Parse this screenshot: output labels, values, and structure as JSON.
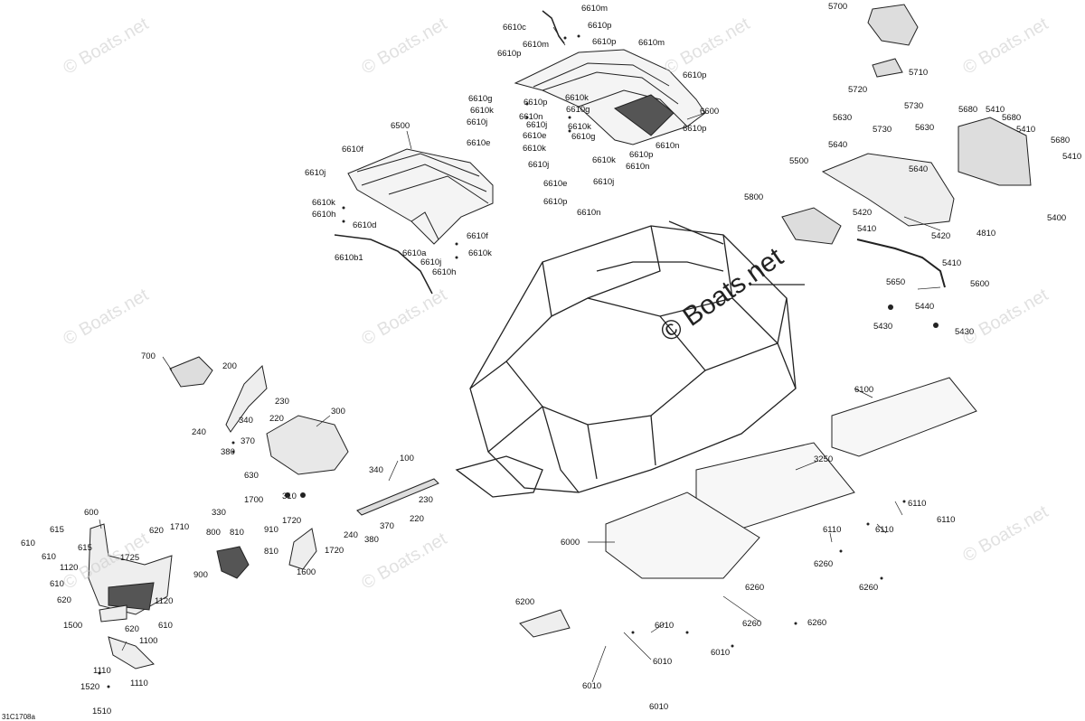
{
  "watermark": "© Boats.net",
  "figure_code": "31C1708a",
  "parts": {
    "p5700": "5700",
    "p5710": "5710",
    "p5720": "5720",
    "p5730": "5730",
    "p5630": "5630",
    "p5640": "5640",
    "p5680": "5680",
    "p5410": "5410",
    "p5400": "5400",
    "p5500": "5500",
    "p5800": "5800",
    "p5420": "5420",
    "p4810": "4810",
    "p5600": "5600",
    "p5650": "5650",
    "p5440": "5440",
    "p5430": "5430",
    "p6600": "6600",
    "p6610c": "6610c",
    "p6610m": "6610m",
    "p6610p": "6610p",
    "p6610g": "6610g",
    "p6610k": "6610k",
    "p6610j": "6610j",
    "p6610n": "6610n",
    "p6610e": "6610e",
    "p6500": "6500",
    "p6610f": "6610f",
    "p6610h": "6610h",
    "p6610d": "6610d",
    "p6610a": "6610a",
    "p6610b1": "6610b1",
    "p700": "700",
    "p200": "200",
    "p230": "230",
    "p220": "220",
    "p340": "340",
    "p370": "370",
    "p380": "380",
    "p240": "240",
    "p300": "300",
    "p100": "100",
    "p630": "630",
    "p310": "310",
    "p330": "330",
    "p1700": "1700",
    "p1710": "1710",
    "p1720": "1720",
    "p910": "910",
    "p810": "810",
    "p800": "800",
    "p900": "900",
    "p1600": "1600",
    "p600": "600",
    "p615": "615",
    "p610": "610",
    "p620": "620",
    "p1725": "1725",
    "p1120": "1120",
    "p1500": "1500",
    "p1100": "1100",
    "p1110": "1110",
    "p1520": "1520",
    "p1510": "1510",
    "p6100": "6100",
    "p3250": "3250",
    "p6000": "6000",
    "p6110": "6110",
    "p6260": "6260",
    "p6200": "6200",
    "p6010": "6010"
  }
}
